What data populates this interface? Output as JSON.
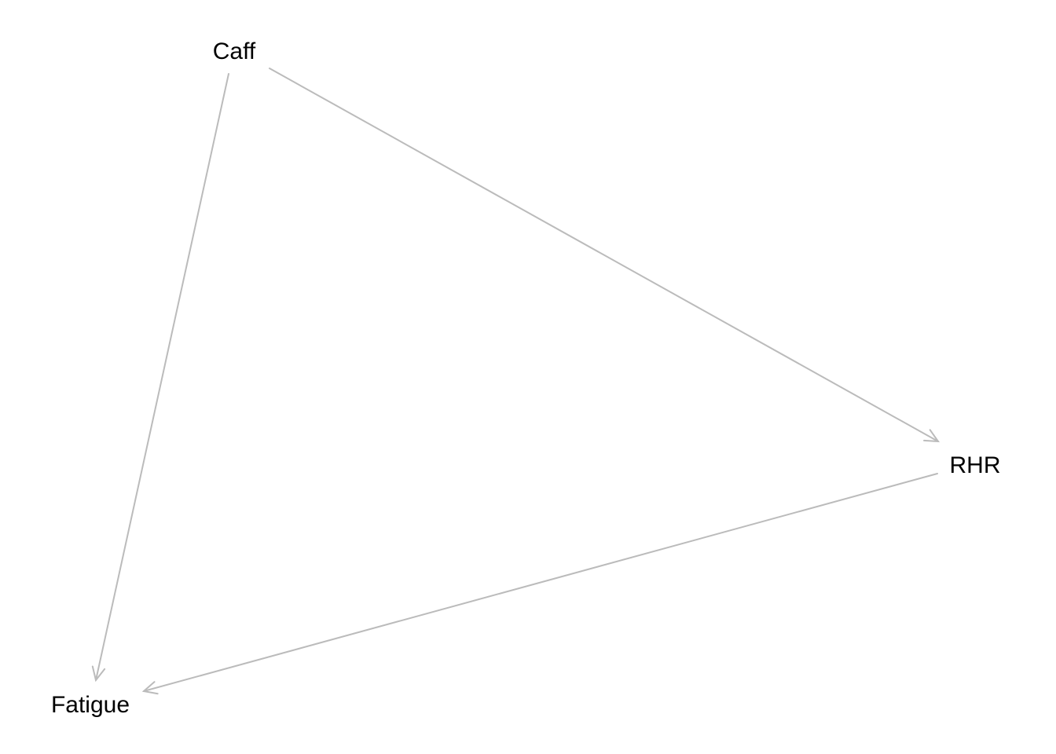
{
  "diagram": {
    "type": "directed-graph",
    "edge_color": "#bbbbbb",
    "label_color": "#000000",
    "nodes": [
      {
        "id": "caff",
        "label": "Caff"
      },
      {
        "id": "rhr",
        "label": "RHR"
      },
      {
        "id": "fatigue",
        "label": "Fatigue"
      }
    ],
    "edges": [
      {
        "from": "caff",
        "to": "rhr"
      },
      {
        "from": "caff",
        "to": "fatigue"
      },
      {
        "from": "rhr",
        "to": "fatigue"
      }
    ]
  }
}
